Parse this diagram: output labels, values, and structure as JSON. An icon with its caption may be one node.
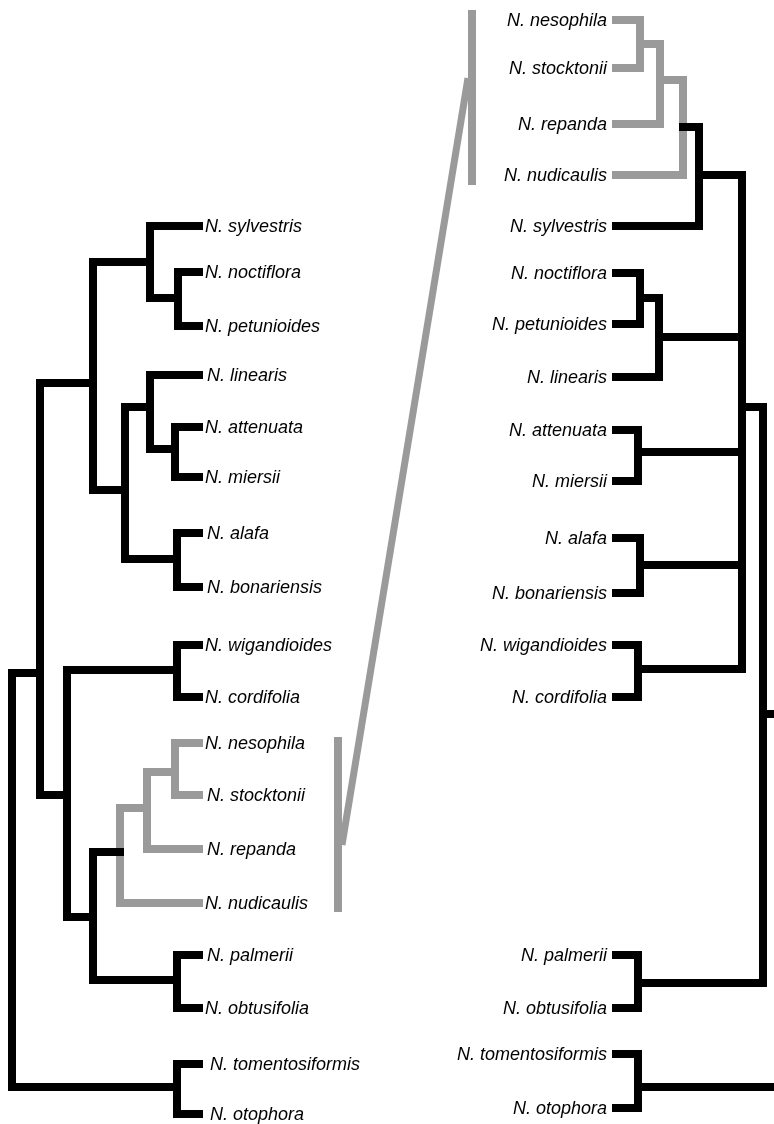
{
  "diagram": {
    "nodes": [
      {
        "text": [],
        "shape": "bar"
      },
      {
        "text": [],
        "shape": "bar"
      }
    ],
    "edges": [
      {
        "from": 0,
        "to": 1,
        "arrow": "none"
      }
    ],
    "labels": [
      "N. sylvestris",
      "N. noctiflora",
      "N. petunioides",
      "N. linearis",
      "N. attenuata",
      "N. miersii",
      "N. alafa",
      "N. bonariensis",
      "N. wigandioides",
      "N. cordifolia",
      "N. nesophila",
      "N. stocktonii",
      "N. repanda",
      "N. nudicaulis",
      "N. palmerii",
      "N. obtusifolia",
      "N. tomentosiformis",
      "N. otophora",
      "N. nesophila",
      "N. stocktonii",
      "N. repanda",
      "N. nudicaulis",
      "N. sylvestris",
      "N. noctiflora",
      "N. petunioides",
      "N. linearis",
      "N. attenuata",
      "N. miersii",
      "N. alafa",
      "N. bonariensis",
      "N. wigandioides",
      "N. cordifolia",
      "N. palmerii",
      "N. obtusifolia",
      "N. tomentosiformis",
      "N. otophora"
    ]
  }
}
